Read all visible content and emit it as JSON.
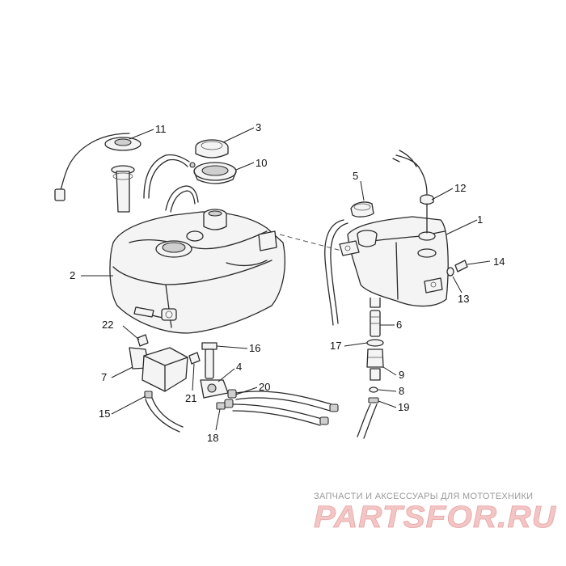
{
  "callouts": {
    "p1": "1",
    "p2": "2",
    "p3": "3",
    "p4": "4",
    "p5": "5",
    "p6": "6",
    "p7": "7",
    "p8": "8",
    "p9": "9",
    "p10": "10",
    "p11": "11",
    "p12": "12",
    "p13": "13",
    "p14": "14",
    "p15": "15",
    "p16": "16",
    "p17": "17",
    "p18": "18",
    "p19": "19",
    "p20": "20",
    "p21": "21",
    "p22": "22"
  },
  "watermark": {
    "subtitle": "ЗАПЧАСТИ И АКСЕССУАРЫ ДЛЯ МОТОТЕХНИКИ",
    "logo": "PARTSFOR.RU"
  }
}
